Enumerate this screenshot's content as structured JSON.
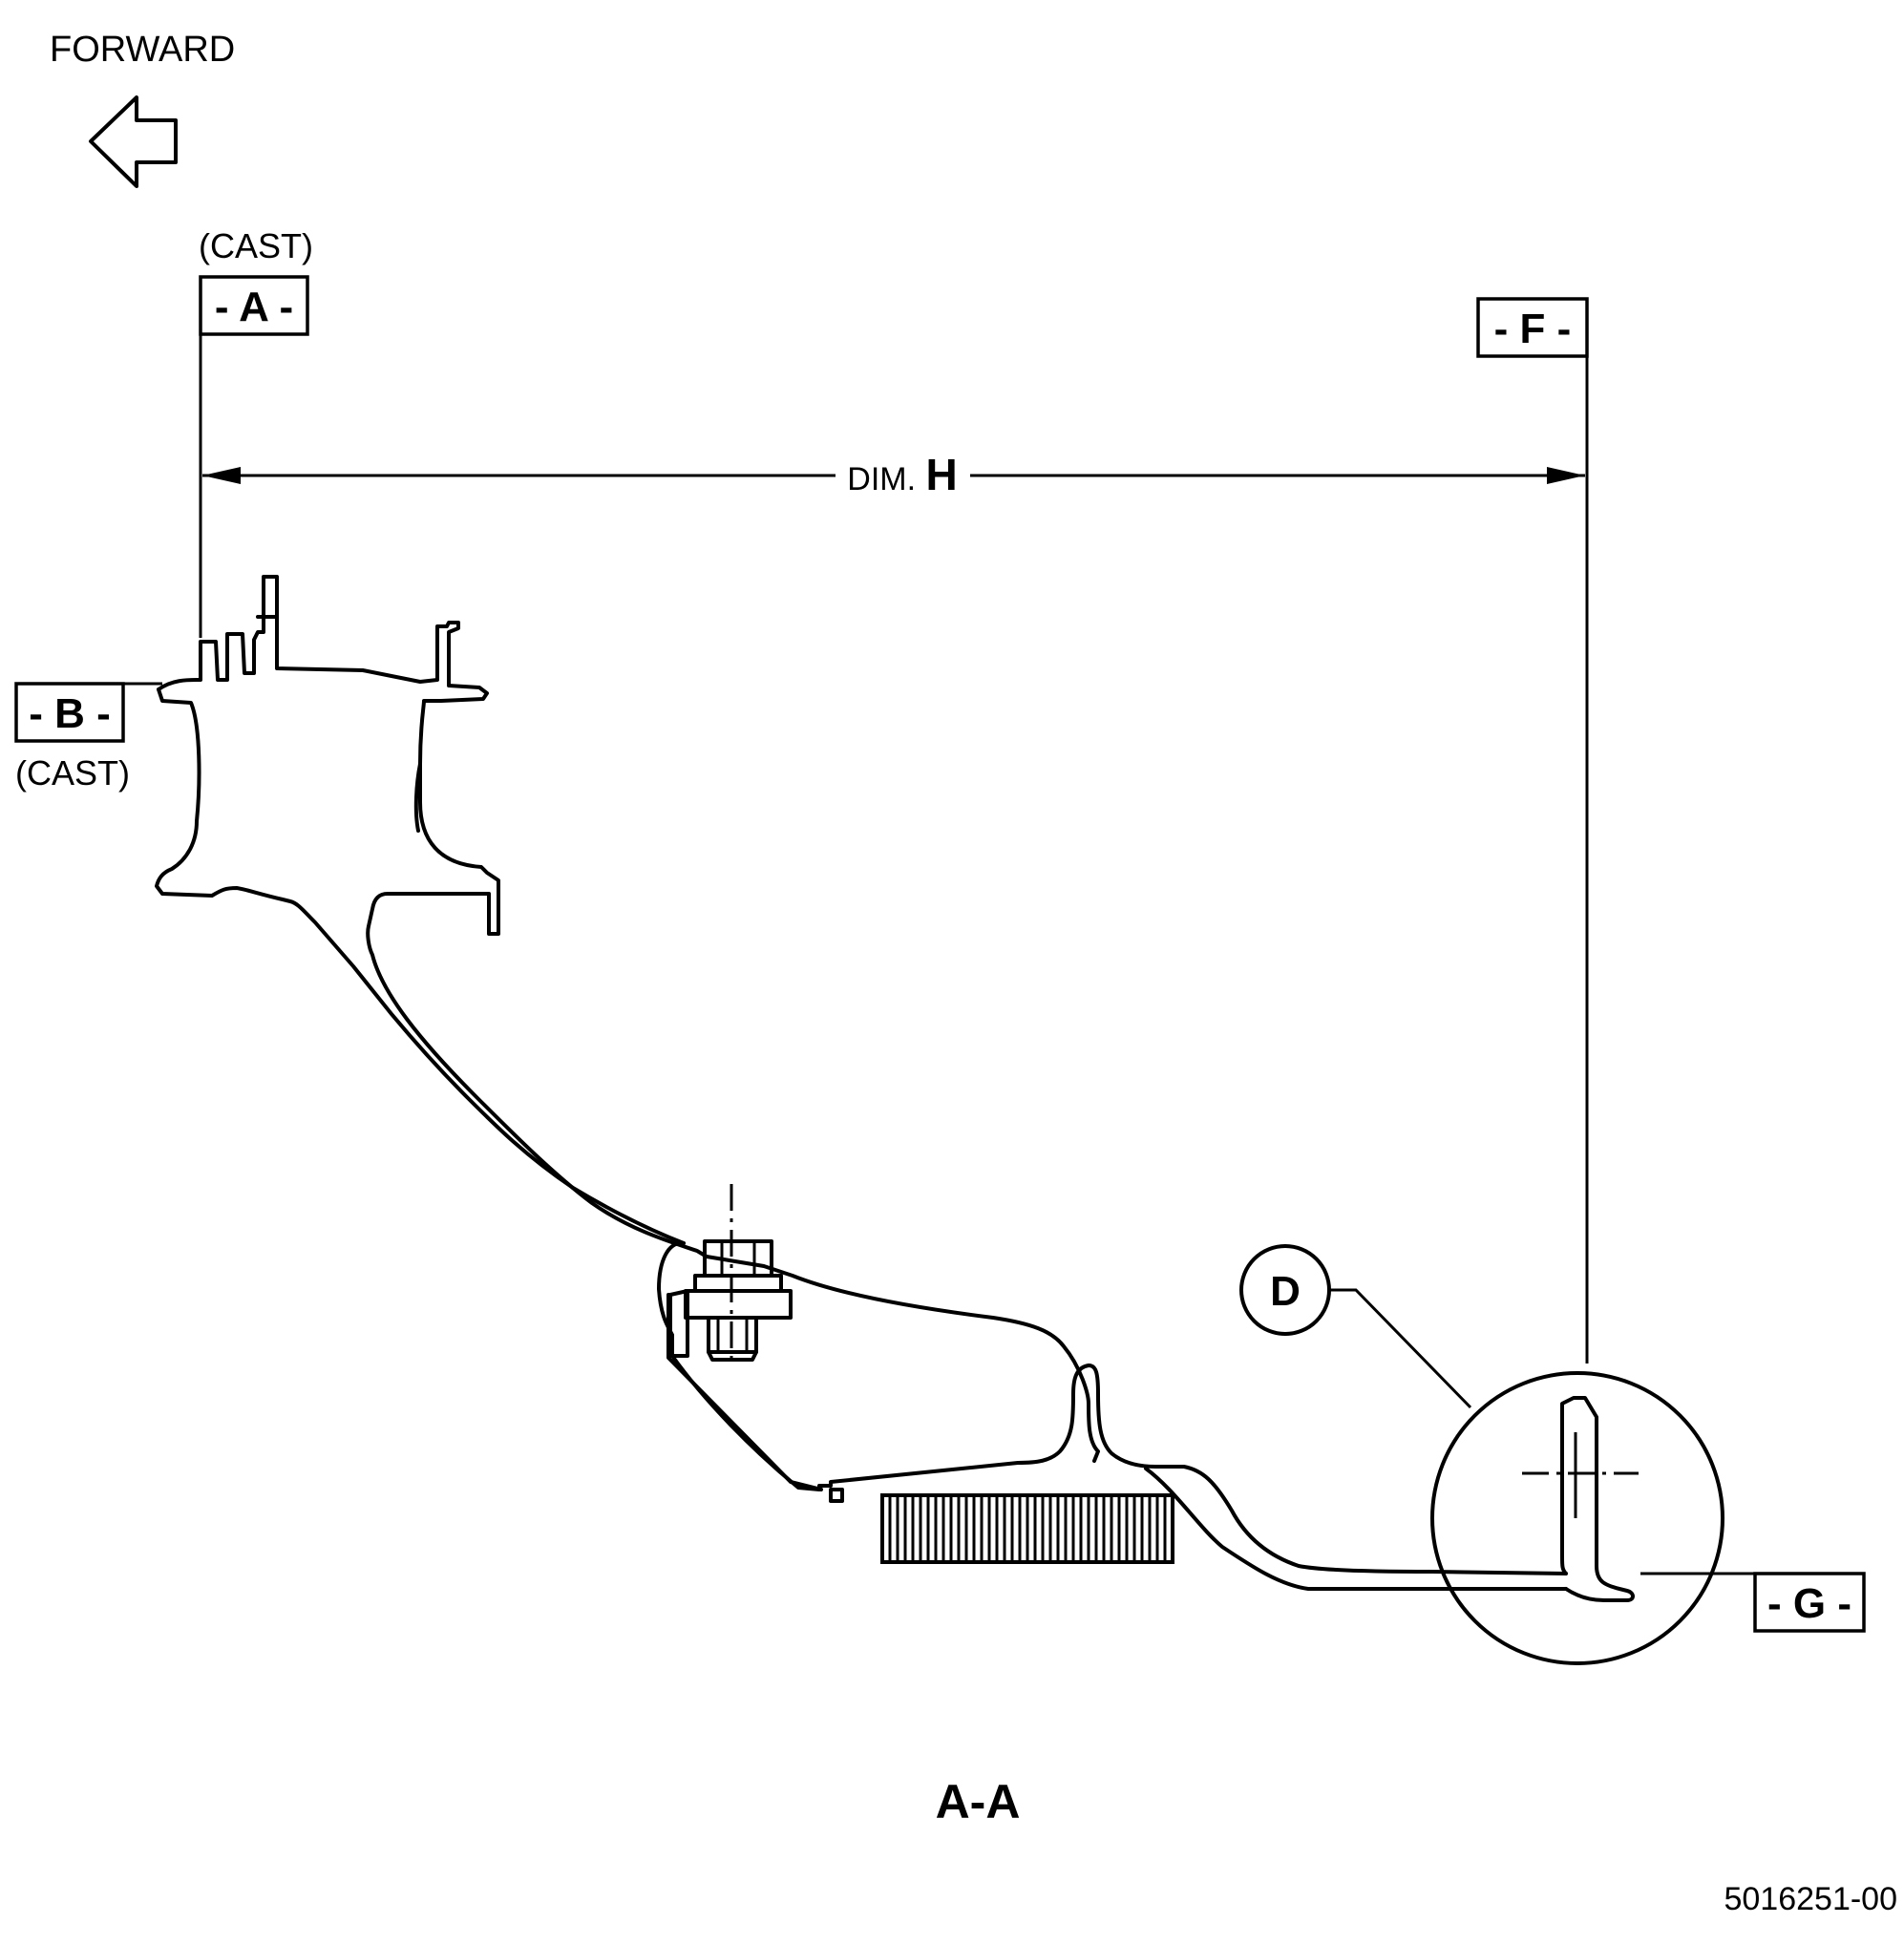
{
  "forward_label": "FORWARD",
  "datums": {
    "a": {
      "label": "- A -",
      "note": "(CAST)"
    },
    "b": {
      "label": "- B -",
      "note": "(CAST)"
    },
    "f": {
      "label": "- F -"
    },
    "g": {
      "label": "- G -"
    }
  },
  "dimension": {
    "prefix": "DIM.",
    "letter": "H"
  },
  "detail_callout": "D",
  "section_title": "A-A",
  "drawing_number": "5016251-00"
}
